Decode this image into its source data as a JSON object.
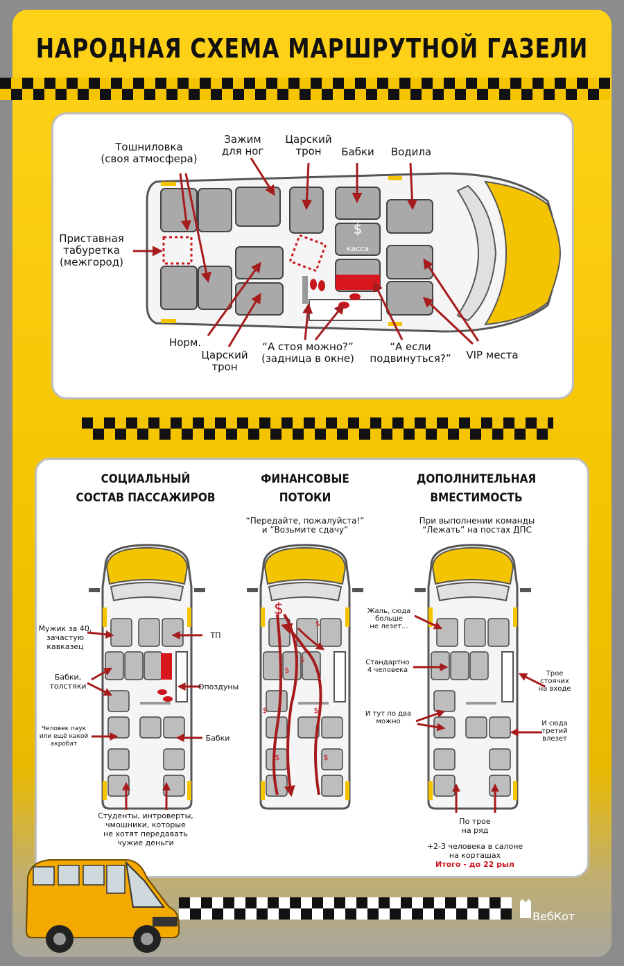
{
  "title": "НАРОДНАЯ СХЕМА МАРШРУТНОЙ ГАЗЕЛИ",
  "top_diagram": {
    "labels": {
      "toshnilovka": "Тошниловка\n(своя атмосфера)",
      "zazhim": "Зажим\nдля ног",
      "tsarsky_top": "Царский\nтрон",
      "babki": "Бабки",
      "vodila": "Водила",
      "pristavnaya": "Приставная\nтабуретка\n(межгород)",
      "kassa_symbol": "$",
      "kassa": "касса",
      "norm": "Норм.",
      "tsarsky_bottom": "Царский\nтрон",
      "stoya": "“А стоя можно?”\n(задница в окне)",
      "podvinutsya": "“А если\nподвинуться?”",
      "vip": "VIP места"
    }
  },
  "sections": {
    "social": {
      "header": "СОЦИАЛЬНЫЙ\nСОСТАВ ПАССАЖИРОВ",
      "labels": {
        "muzhik": "Мужик за 40,\nзачастую\nкавказец",
        "tp": "ТП",
        "babki_tolstyaki": "Бабки,\nтолстяки",
        "opozduny": "Опоздуны",
        "pauk": "Человек паук\nили ещё какой\nакробат",
        "babki": "Бабки",
        "studenty": "Студенты, интроверты,\nчмошники, которые\nне хотят передавать\nчужие деньги"
      }
    },
    "finance": {
      "header": "ФИНАНСОВЫЕ\nПОТОКИ",
      "subtitle": "“Передайте, пожалуйста!”\nи ”Возьмите сдачу”",
      "big_dollar": "$",
      "small_dollar": "$"
    },
    "capacity": {
      "header": "ДОПОЛНИТЕЛЬНАЯ\nВМЕСТИМОСТЬ",
      "subtitle": "При выполнении команды\n“Лежать” на постах ДПС",
      "labels": {
        "zhal": "Жаль, сюда\nбольше\nне лезет...",
        "standartno": "Стандартно\n4 человека",
        "troe_stoyachikh": "Трое\nстоячих\nна входе",
        "po_dva": "И тут по два\nможно",
        "tretiy": "И сюда\nтретий\nвлезет",
        "po_troe": "По трое\nна ряд",
        "kortashi": "+2-3 человека в салоне\nна корташах",
        "itogo": "Итого - до 22 рыл"
      }
    }
  },
  "logo": {
    "text": "ВебКот"
  },
  "colors": {
    "yellow": "#f4c400",
    "arrow_red": "#a61b1b",
    "seat_grey": "#a9a9a9"
  }
}
